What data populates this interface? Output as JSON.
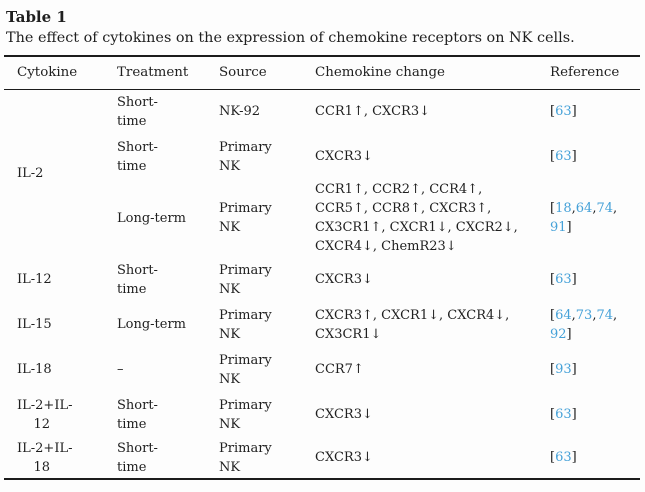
{
  "table": {
    "label": "Table 1",
    "caption": "The effect of cytokines on the expression of chemokine receptors on NK cells.",
    "columns": [
      "Cytokine",
      "Treatment",
      "Source",
      "Chemokine change",
      "Reference"
    ],
    "colors": {
      "link_blue": "#45a1d8",
      "text": "#1f1f1f"
    },
    "rows": [
      {
        "cytokine": "IL-2",
        "cytokine_rowspan": 3,
        "treatment": "Short-\ntime",
        "source": "NK-92",
        "chemokine_change": "CCR1↑, CXCR3↓",
        "reference": [
          "63"
        ]
      },
      {
        "treatment": "Short-\ntime",
        "source": "Primary\nNK",
        "chemokine_change": "CXCR3↓",
        "reference": [
          "63"
        ]
      },
      {
        "treatment": "Long-term",
        "source": "Primary\nNK",
        "chemokine_change": "CCR1↑, CCR2↑, CCR4↑,\nCCR5↑, CCR8↑, CXCR3↑,\nCX3CR1↑, CXCR1↓, CXCR2↓,\nCXCR4↓, ChemR23↓",
        "reference": [
          "18",
          "64",
          "74",
          "91"
        ]
      },
      {
        "cytokine": "IL-12",
        "cytokine_rowspan": 1,
        "treatment": "Short-\ntime",
        "source": "Primary\nNK",
        "chemokine_change": "CXCR3↓",
        "reference": [
          "63"
        ]
      },
      {
        "cytokine": "IL-15",
        "cytokine_rowspan": 1,
        "treatment": "Long-term",
        "source": "Primary\nNK",
        "chemokine_change": "CXCR3↑, CXCR1↓, CXCR4↓,\nCX3CR1↓",
        "reference": [
          "64",
          "73",
          "74",
          "92"
        ]
      },
      {
        "cytokine": "IL-18",
        "cytokine_rowspan": 1,
        "treatment": "–",
        "source": "Primary\nNK",
        "chemokine_change": "CCR7↑",
        "reference": [
          "93"
        ]
      },
      {
        "cytokine": "IL-2+IL-\n    12",
        "cytokine_rowspan": 1,
        "treatment": "Short-\ntime",
        "source": "Primary\nNK",
        "chemokine_change": "CXCR3↓",
        "reference": [
          "63"
        ]
      },
      {
        "cytokine": "IL-2+IL-\n    18",
        "cytokine_rowspan": 1,
        "treatment": "Short-\ntime",
        "source": "Primary\nNK",
        "chemokine_change": "CXCR3↓",
        "reference": [
          "63"
        ]
      }
    ]
  }
}
